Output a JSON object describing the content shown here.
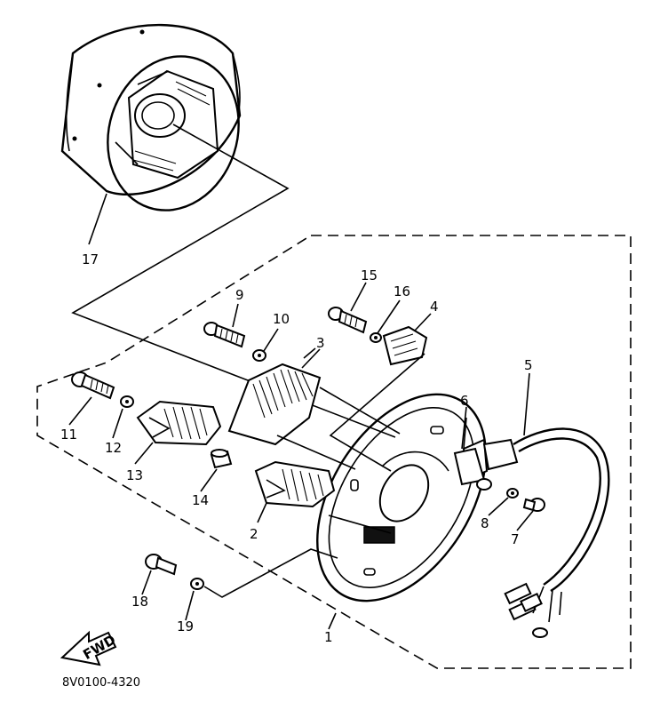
{
  "diagram": {
    "part_labels": {
      "l1": "1",
      "l2": "2",
      "l3": "3",
      "l4": "4",
      "l5": "5",
      "l6": "6",
      "l7": "7",
      "l8": "8",
      "l9": "9",
      "l10": "10",
      "l11": "11",
      "l12": "12",
      "l13": "13",
      "l14": "14",
      "l15": "15",
      "l16": "16",
      "l17": "17",
      "l18": "18",
      "l19": "19"
    },
    "fwd_label": "FWD",
    "drawing_code": "8V0100-4320"
  }
}
